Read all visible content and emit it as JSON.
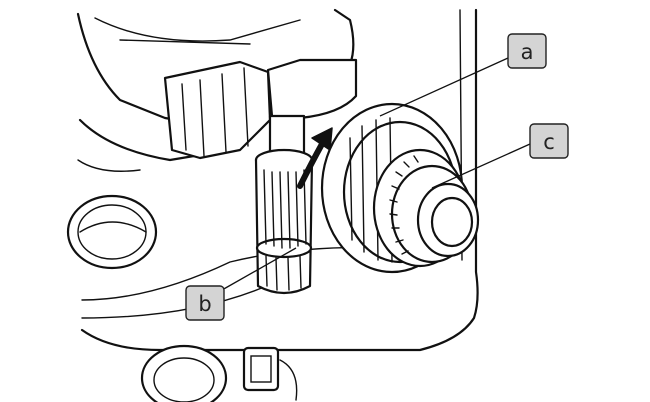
{
  "figure": {
    "callouts": [
      {
        "id": "a",
        "label": "a"
      },
      {
        "id": "b",
        "label": "b"
      },
      {
        "id": "c",
        "label": "c"
      }
    ],
    "colors": {
      "line": "#111111",
      "callout_fill": "#d4d4d4",
      "background": "#ffffff"
    }
  }
}
